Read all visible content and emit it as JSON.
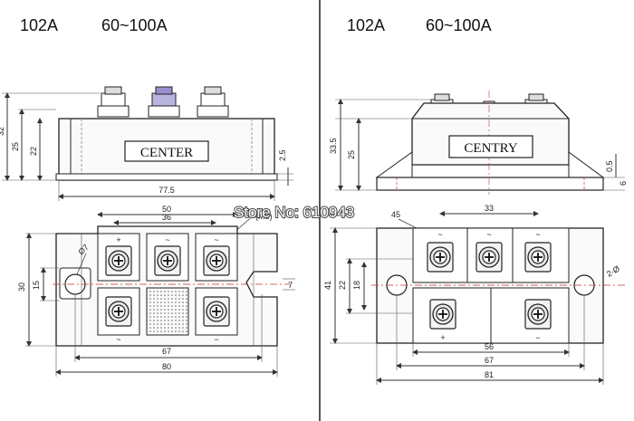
{
  "left": {
    "model": "102A",
    "current": "60~100A",
    "brand": "CENTER",
    "dims": {
      "width_total": "77.5",
      "height_outer": "32",
      "height_inner1": "25",
      "height_inner2": "22",
      "base_thickness": "2.5",
      "terminal_span": "50",
      "terminal_pitch": "36",
      "screw_label": "(M5)",
      "hole": "Ø7",
      "height_side": "30",
      "slot": "15",
      "slot_width": "7",
      "mount_pitch": "67",
      "base_length": "80"
    },
    "terminal_marks": [
      "+",
      "~",
      "~",
      "~",
      "−"
    ]
  },
  "right": {
    "model": "102A",
    "current": "60~100A",
    "brand": "CENTRY",
    "dims": {
      "height_total": "33.5",
      "height_body": "25",
      "base_t1": "0.5",
      "base_t2": "6",
      "terminal_pitch": "33",
      "small_dim": "45",
      "height_side": "41",
      "inner_h": "22",
      "slot_h": "18",
      "hole": "2-Ø",
      "span_56": "56",
      "mount_pitch": "67",
      "base_length": "81"
    },
    "terminal_marks": [
      "~",
      "~",
      "~",
      "+",
      "−"
    ]
  },
  "watermark": "Store No: 610943"
}
